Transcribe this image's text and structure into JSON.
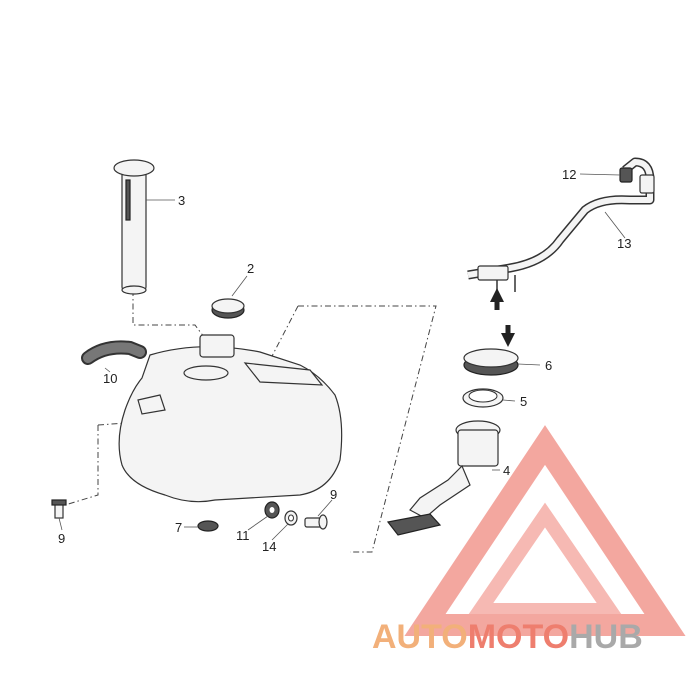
{
  "callouts": {
    "c1": "2",
    "c2": "3",
    "c3": "10",
    "c4": "9",
    "c5": "7",
    "c6": "11",
    "c7": "14",
    "c8": "9",
    "c9": "12",
    "c10": "13",
    "c11": "6",
    "c12": "5",
    "c13": "4"
  },
  "watermark": {
    "part1": "AUTO",
    "part2": "MOTO",
    "part3": "HUB",
    "colors": {
      "auto": "#f2b07a",
      "moto": "#ee7e6e",
      "hub": "#a9a9a9",
      "logo": "#f08a80"
    }
  }
}
